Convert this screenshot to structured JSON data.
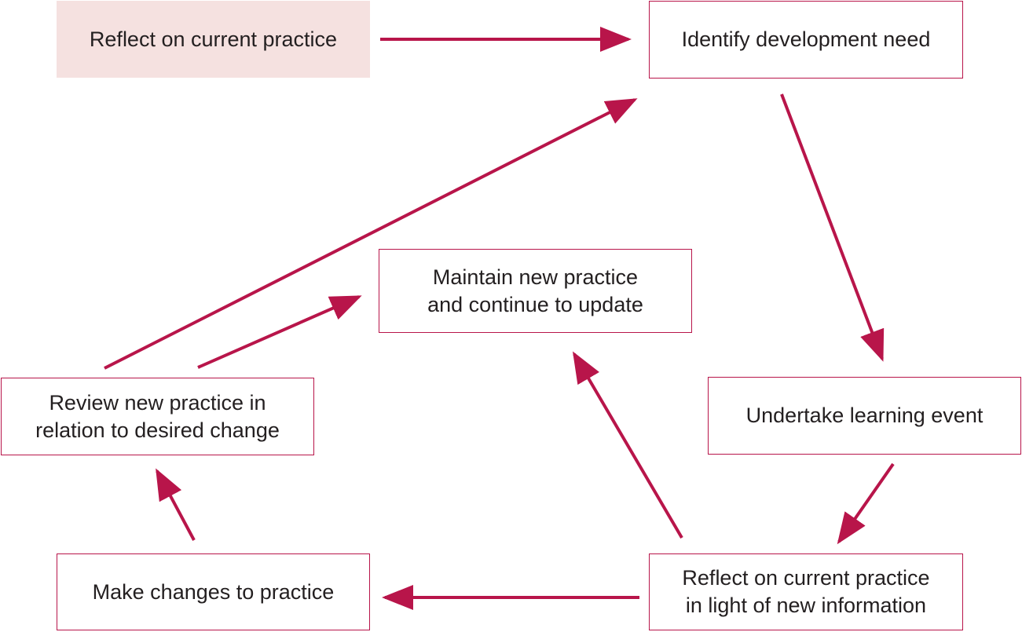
{
  "diagram": {
    "accent_color": "#b8154a",
    "highlight_fill": "#f5e1e0",
    "boxes": {
      "reflect_current": "Reflect on current practice",
      "identify_need": "Identify development need",
      "maintain_practice": "Maintain new practice\nand continue to update",
      "review_practice": "Review new practice in\nrelation to desired change",
      "undertake_event": "Undertake learning event",
      "make_changes": "Make changes to practice",
      "reflect_new_info": "Reflect on current practice\nin light of new information"
    }
  }
}
